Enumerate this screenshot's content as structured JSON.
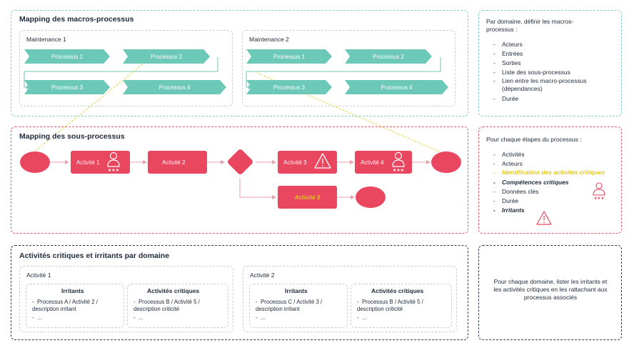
{
  "macro": {
    "title": "Mapping des macros-processus",
    "groups": [
      {
        "name": "Maintenance 1",
        "processes": [
          "Processus 1",
          "Processus 2",
          "Processus 3",
          "Processus 4"
        ]
      },
      {
        "name": "Maintenance 2",
        "processes": [
          "Processus 1",
          "Processus 2",
          "Processus 3",
          "Processus 4"
        ]
      }
    ]
  },
  "sub": {
    "title": "Mapping des sous-processus",
    "activities": [
      "Activité 1",
      "Activité 2",
      "Activité 3",
      "Activité 4",
      "Activité 5"
    ]
  },
  "critical": {
    "title": "Activités critiques et irritants par domaine",
    "blocks": [
      {
        "name": "Activité 1",
        "irritants_title": "Irritants",
        "irritants": [
          "Processus A / Activité 2 / description irritant",
          "..."
        ],
        "critiques_title": "Activités critiques",
        "critiques": [
          "Processus B / Activité 5 / description criticité",
          "..."
        ]
      },
      {
        "name": "Activité 2",
        "irritants_title": "Irritants",
        "irritants": [
          "Processus C / Activité 3 / description irritant",
          "..."
        ],
        "critiques_title": "Activités critiques",
        "critiques": [
          "Processus B / Activité 5 / description criticité",
          "..."
        ]
      }
    ]
  },
  "panel1": {
    "intro": "Par domaine, définir les macros-processus :",
    "items": [
      "Acteurs",
      "Entrées",
      "Sorties",
      "Liste des sous-processus",
      "Lien entre les macro-processus (dépendances)",
      "Durée"
    ]
  },
  "panel2": {
    "intro": "Pour chaque étapes du processus :",
    "items": [
      "Activités",
      "Acteurs",
      "Identification des activités critiques",
      "Compétences critiques",
      "Données clés",
      "Durée",
      "Irritants"
    ]
  },
  "panel3": {
    "text": "Pour chaque domaine, lister les irritants et les activités critiques en les rattachant aux processus associés"
  },
  "colors": {
    "teal": "#6cc8b7",
    "red": "#e8475f",
    "yellow": "#e3c81c",
    "navy": "#2d3b4f"
  }
}
